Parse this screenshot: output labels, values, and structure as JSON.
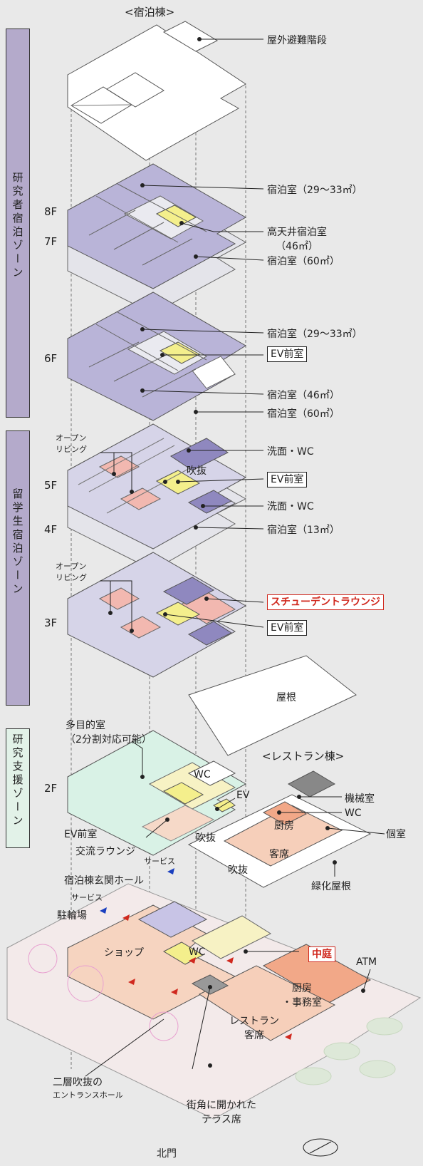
{
  "building_title": "<宿泊棟>",
  "restaurant_title": "<レストラン棟>",
  "zones": {
    "researcher": "研究者宿泊ゾーン",
    "student": "留学生宿泊ゾーン",
    "support": "研究支援ゾーン"
  },
  "floors": {
    "f8": "8F",
    "f7": "7F",
    "f6": "6F",
    "f5": "5F",
    "f4": "4F",
    "f3": "3F",
    "f2": "2F"
  },
  "labels": {
    "outdoor_stairs": "屋外避難階段",
    "room_29_33_a": "宿泊室（29～33㎡）",
    "high_ceiling": "高天井宿泊室",
    "high_ceiling_size": "（46㎡）",
    "room_60_a": "宿泊室（60㎡）",
    "room_29_33_b": "宿泊室（29～33㎡）",
    "ev_hall_6f": "EV前室",
    "room_46": "宿泊室（46㎡）",
    "room_60_b": "宿泊室（60㎡）",
    "open_living_5f_a": "オープン",
    "open_living_5f_b": "リビング",
    "washroom_a": "洗面・WC",
    "atrium_5f": "吹抜",
    "ev_hall_5f": "EV前室",
    "washroom_b": "洗面・WC",
    "room_13": "宿泊室（13㎡）",
    "open_living_3f_a": "オープン",
    "open_living_3f_b": "リビング",
    "student_lounge": "スチューデントラウンジ",
    "ev_hall_3f": "EV前室",
    "roof": "屋根",
    "multipurpose": "多目的室",
    "multipurpose_note": "（2分割対応可能）",
    "wc_2f": "WC",
    "ev": "EV",
    "ev_hall_2f": "EV前室",
    "exchange_lounge": "交流ラウンジ",
    "atrium_2f": "吹抜",
    "machine_room": "機械室",
    "wc_rest": "WC",
    "kitchen_2f": "厨房",
    "private_room": "個室",
    "seating_2f": "客席",
    "atrium_rest": "吹抜",
    "green_roof": "緑化屋根",
    "service_a": "サービス",
    "lodging_entrance": "宿泊棟玄関ホール",
    "service_b": "サービス",
    "bike_parking": "駐輪場",
    "shop": "ショップ",
    "wc_1f": "WC",
    "courtyard": "中庭",
    "atm": "ATM",
    "kitchen_office_a": "厨房",
    "kitchen_office_b": "・事務室",
    "restaurant_a": "レストラン",
    "restaurant_b": "客席",
    "entrance_hall_a": "二層吹抜の",
    "entrance_hall_b": "エントランスホール",
    "terrace_a": "街角に開かれた",
    "terrace_b": "テラス席",
    "north_gate": "北門"
  },
  "colors": {
    "room": "#b9b4d8",
    "ev_core": "#f4ef8c",
    "open_living": "#f2b8b0",
    "common_2f": "#d9f2e6",
    "restaurant": "#f6cfba",
    "background": "#e9e9e9"
  }
}
